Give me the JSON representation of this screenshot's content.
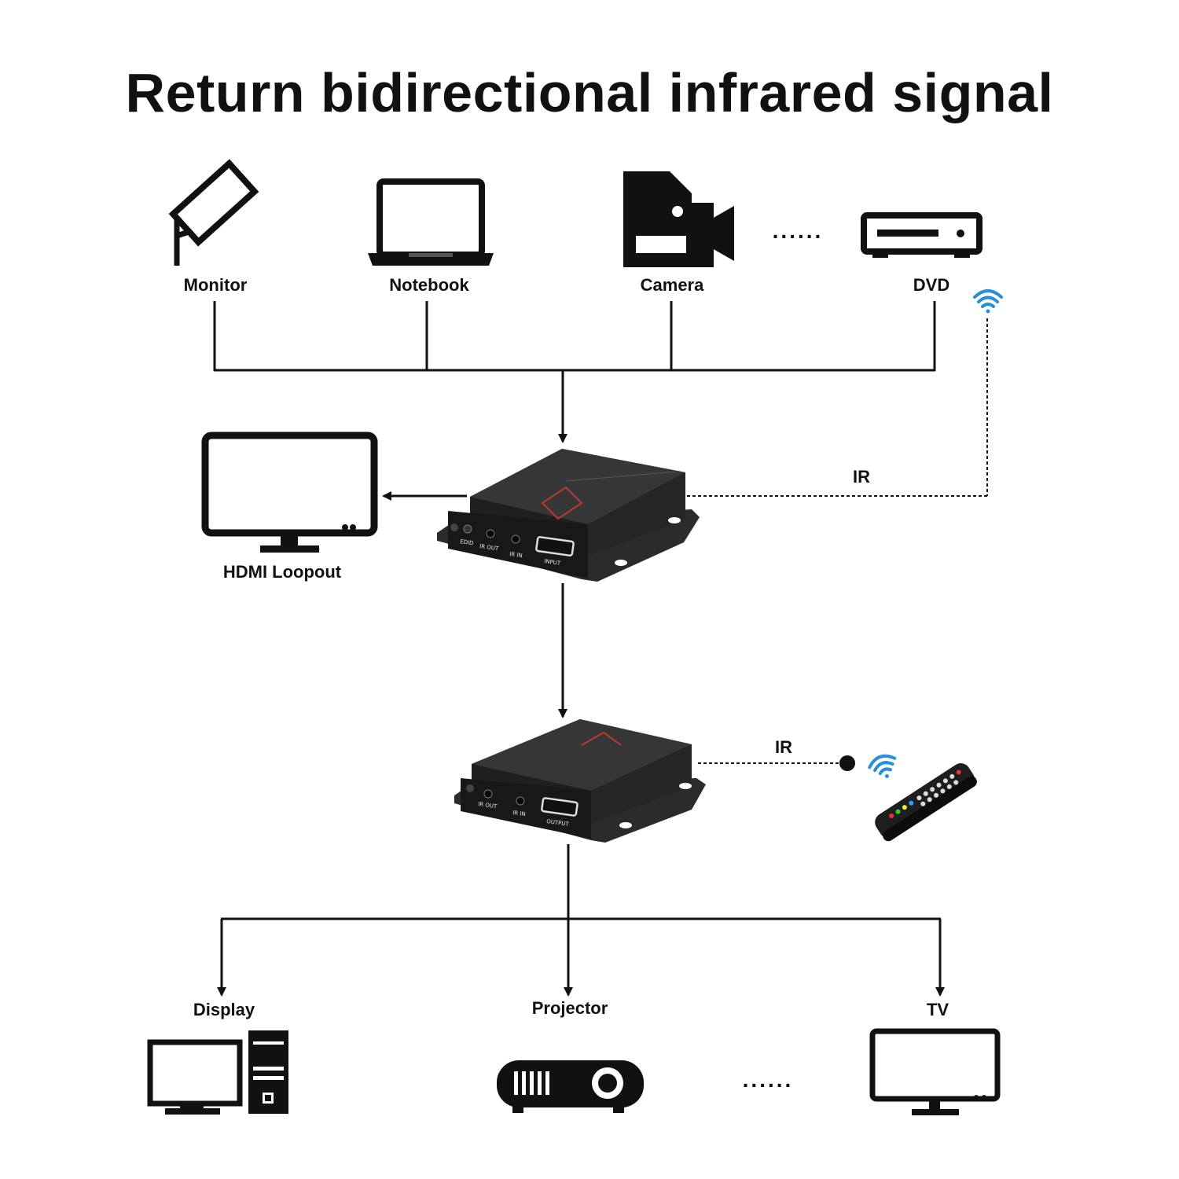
{
  "title": "Return bidirectional infrared signal",
  "sources": {
    "monitor": "Monitor",
    "notebook": "Notebook",
    "camera": "Camera",
    "dvd": "DVD",
    "ellipsis": "......"
  },
  "loopout_label": "HDMI Loopout",
  "ir_label_top": "IR",
  "ir_label_bottom": "IR",
  "transmitter_ports": {
    "edid": "EDID",
    "ir_out": "IR OUT",
    "ir_in": "IR IN",
    "input": "INPUT"
  },
  "receiver_ports": {
    "ir_out": "IR OUT",
    "ir_in": "IR IN",
    "output": "OUTPUT"
  },
  "outputs": {
    "display": "Display",
    "projector": "Projector",
    "tv": "TV",
    "ellipsis": "......"
  },
  "colors": {
    "line": "#111111",
    "wifi": "#2a8fd6",
    "device_body": "#2b2b2b",
    "device_face": "#1c1c1c",
    "device_accent": "#c0392b"
  },
  "icons": [
    "monitor-icon",
    "notebook-icon",
    "camera-icon",
    "dvd-icon",
    "wifi-icon",
    "hdmi-loopout-monitor-icon",
    "transmitter-device",
    "receiver-device",
    "ir-remote-icon",
    "display-pc-icon",
    "projector-icon",
    "tv-icon"
  ]
}
